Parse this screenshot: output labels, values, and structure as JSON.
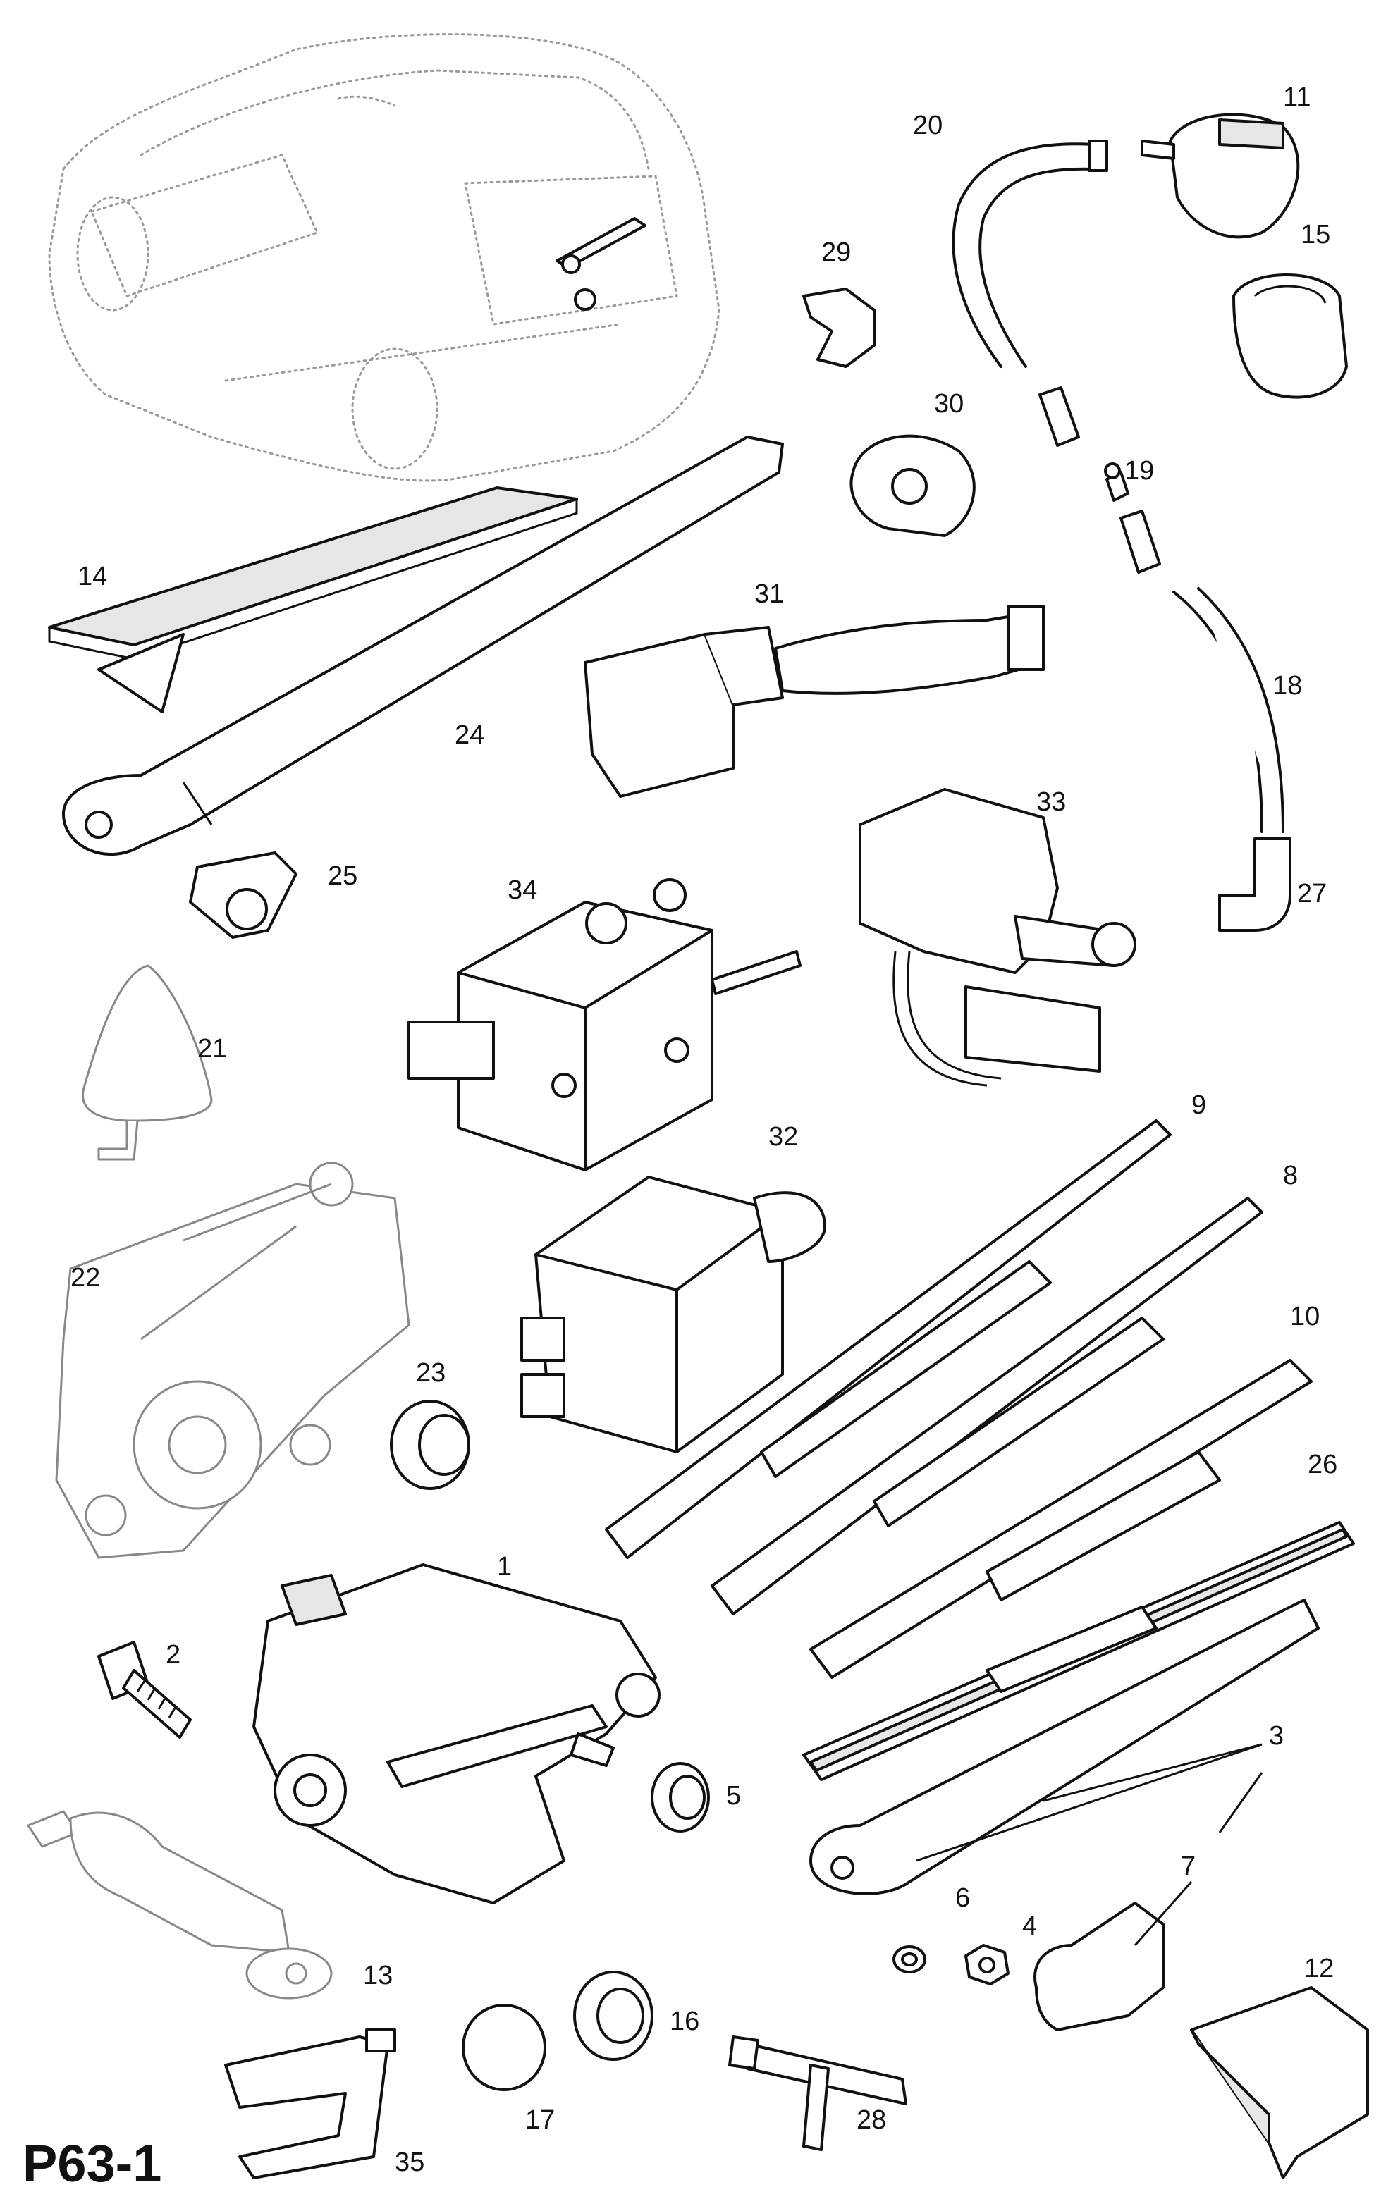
{
  "diagram_code": "P63-1",
  "callouts": {
    "c1": "1",
    "c2": "2",
    "c3": "3",
    "c4": "4",
    "c5": "5",
    "c6": "6",
    "c7": "7",
    "c8": "8",
    "c9": "9",
    "c10": "10",
    "c11": "11",
    "c12": "12",
    "c13": "13",
    "c14": "14",
    "c15": "15",
    "c16": "16",
    "c17": "17",
    "c18": "18",
    "c19": "19",
    "c20": "20",
    "c21": "21",
    "c22": "22",
    "c23": "23",
    "c24": "24",
    "c25": "25",
    "c26": "26",
    "c27": "27",
    "c28": "28",
    "c29": "29",
    "c30": "30",
    "c31": "31",
    "c32": "32",
    "c33": "33",
    "c34": "34",
    "c35": "35"
  },
  "colors": {
    "line": "#111111",
    "ghost": "#999999",
    "background": "#ffffff"
  }
}
